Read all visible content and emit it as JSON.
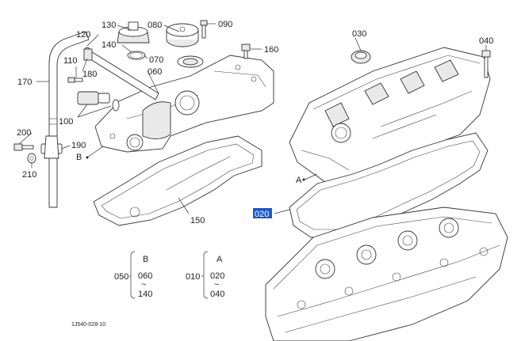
{
  "callouts": {
    "p130": "130",
    "p080": "080",
    "p090": "090",
    "p120": "120",
    "p140": "140",
    "p070": "070",
    "p060": "060",
    "p160": "160",
    "p110": "110",
    "p180": "180",
    "p170": "170",
    "p100": "100",
    "p200": "200",
    "p190": "190",
    "p210": "210",
    "p150": "150",
    "p030": "030",
    "p040": "040",
    "p020": "020"
  },
  "refs": {
    "a": "A",
    "b": "B"
  },
  "group_b": {
    "code": "050",
    "letter": "B",
    "from": "060",
    "tilde": "~",
    "to": "140"
  },
  "group_a": {
    "code": "010",
    "letter": "A",
    "from": "020",
    "tilde": "~",
    "to": "040"
  },
  "figure_code": "1J540-028-10",
  "highlight_color": "#1e57c8"
}
